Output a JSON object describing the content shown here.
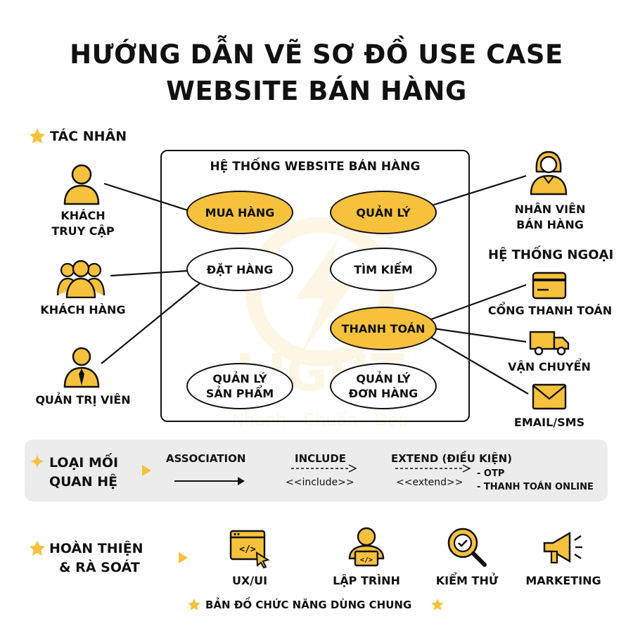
{
  "title": {
    "line1": "HƯỚNG DẪN VẼ SƠ ĐỒ USE CASE",
    "line2": "WEBSITE BÁN HÀNG"
  },
  "actors_header": "TÁC NHÂN",
  "system": {
    "title": "HỆ THỐNG WEBSITE BÁN HÀNG",
    "use_cases": {
      "mua_hang": "MUA HÀNG",
      "quan_ly": "QUẢN LÝ",
      "dat_hang": "ĐẶT HÀNG",
      "tim_kiem": "TÌM KIẾM",
      "thanh_toan": "THANH TOÁN",
      "ql_san_pham_1": "QUẢN LÝ",
      "ql_san_pham_2": "SẢN PHẨM",
      "ql_don_hang_1": "QUẢN LÝ",
      "ql_don_hang_2": "ĐƠN HÀNG"
    }
  },
  "actors_left": {
    "khach_truy_cap_1": "KHÁCH",
    "khach_truy_cap_2": "TRUY CẬP",
    "khach_hang": "KHÁCH HÀNG",
    "quan_tri_vien": "QUẢN TRỊ VIÊN"
  },
  "actors_right": {
    "nhan_vien_1": "NHÂN VIÊN",
    "nhan_vien_2": "BÁN HÀNG",
    "external_header": "HỆ THỐNG NGOẠI",
    "cong_thanh_toan": "CỔNG THANH TOÁN",
    "van_chuyen": "VẬN CHUYỂN",
    "email_sms": "EMAIL/SMS"
  },
  "watermark": {
    "brand": "LIGHT",
    "slogan": "Nhanh - Chuẩn - Đẹp"
  },
  "relations": {
    "label_1": "LOẠI MỐI",
    "label_2": "QUAN HỆ",
    "association": "ASSOCIATION",
    "include": "INCLUDE",
    "include_tag": "<<include>>",
    "extend": "EXTEND (ĐIỀU KIỆN)",
    "extend_tag": "<<extend>>",
    "extend_cond_1": "- OTP",
    "extend_cond_2": "- THANH TOÁN ONLINE"
  },
  "review": {
    "label_1": "HOÀN THIỆN",
    "label_2": "& RÀ SOÁT",
    "items": [
      "UX/UI",
      "LẬP TRÌNH",
      "KIỂM THỬ",
      "MARKETING"
    ],
    "footer": "BẢN ĐỒ CHỨC NĂNG DÙNG CHUNG"
  },
  "colors": {
    "accent": "#F6C13C",
    "ink": "#111111",
    "panel": "#ececec"
  }
}
